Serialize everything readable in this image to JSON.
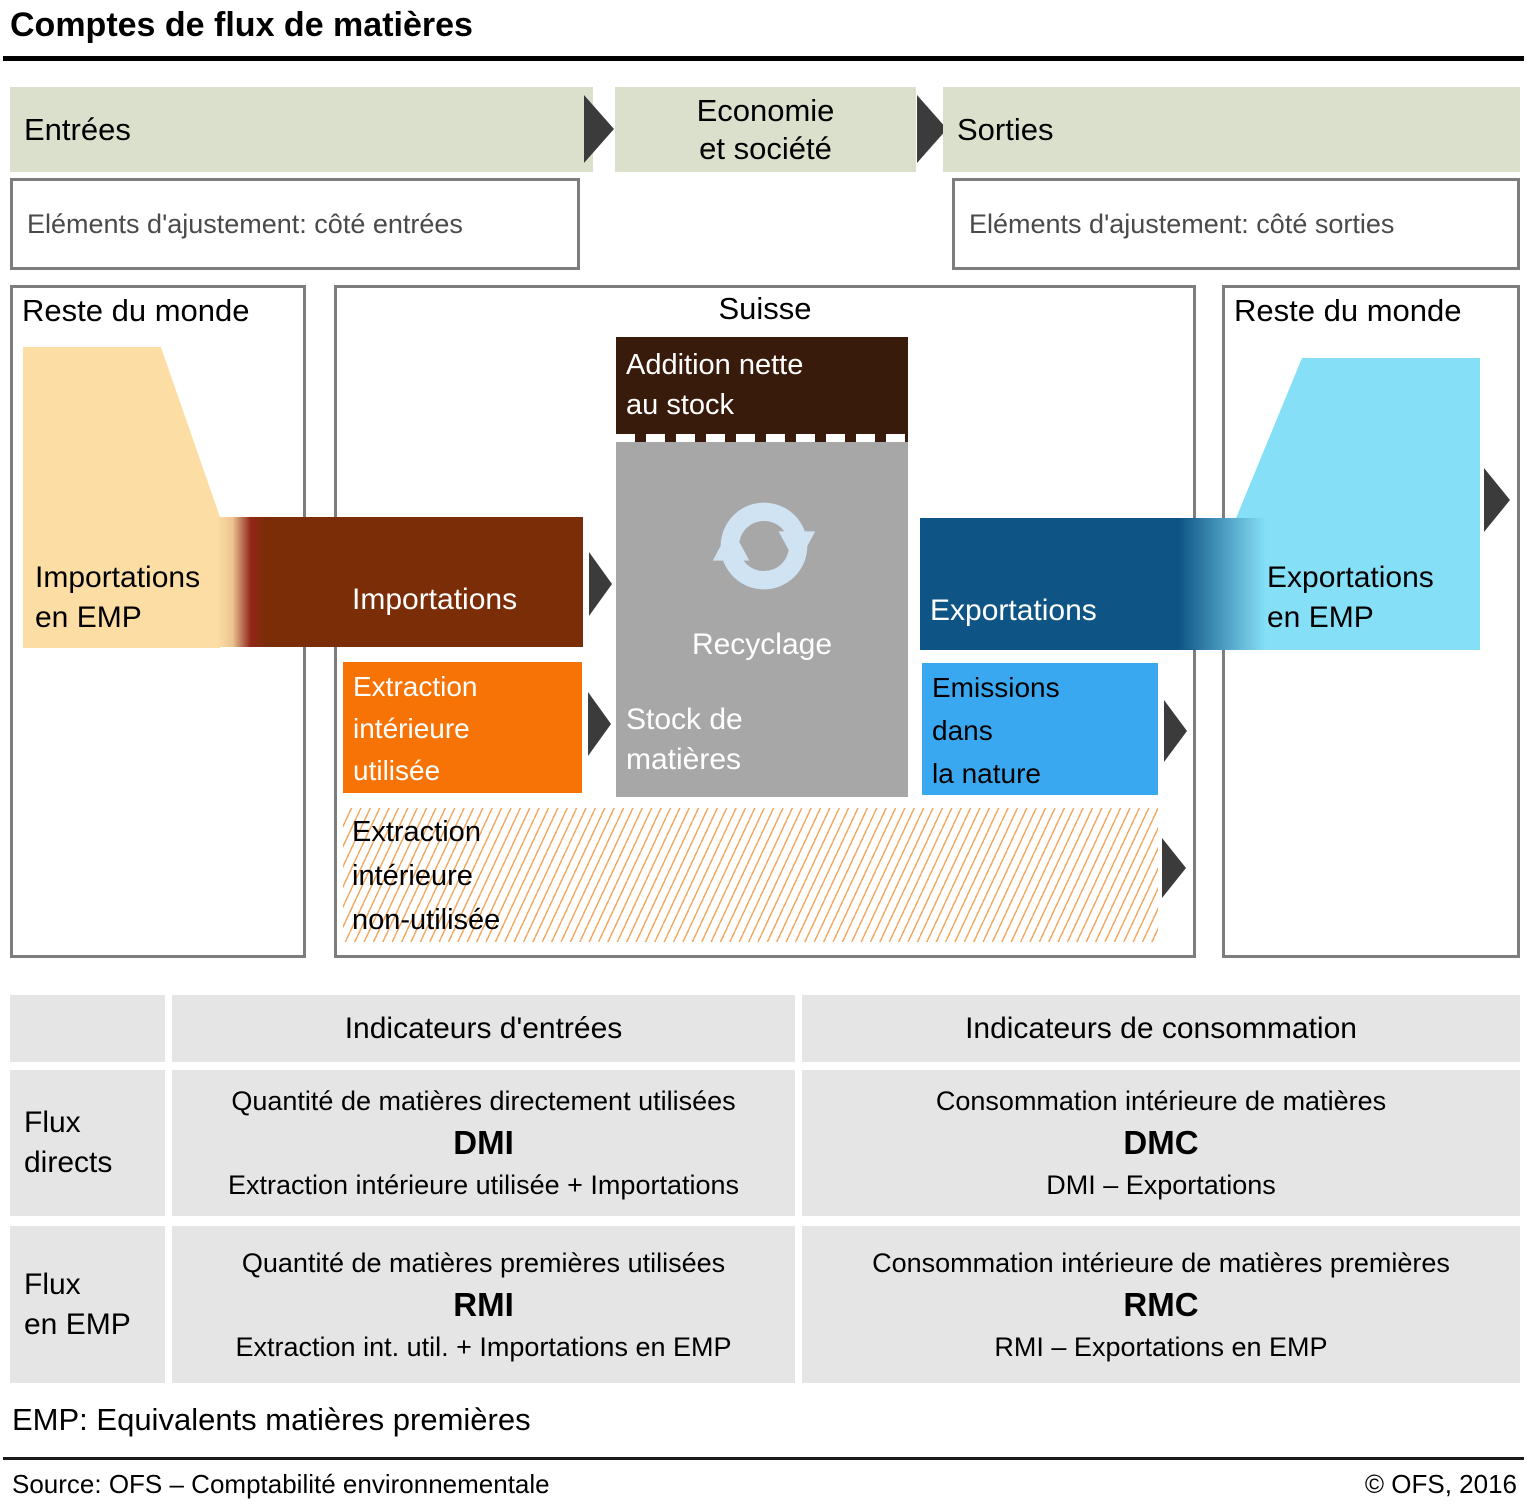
{
  "title": "Comptes de flux de matières",
  "header": {
    "entrees_label": "Entrées",
    "economie_label": "Economie\net société",
    "sorties_label": "Sorties",
    "ajustement_entrees": "Eléments d'ajustement: côté entrées",
    "ajustement_sorties": "Eléments d'ajustement: côté sorties"
  },
  "diagram": {
    "left_world_title": "Reste du monde",
    "suisse_title": "Suisse",
    "right_world_title": "Reste du monde",
    "importations_emp_label": "Importations\nen EMP",
    "importations_label": "Importations",
    "addition_nette_label": "Addition nette\nau stock",
    "recyclage_label": "Recyclage",
    "stock_label": "Stock de\nmatières",
    "extraction_utilisee_label": "Extraction\nintérieure\nutilisée",
    "extraction_non_utilisee_label": "Extraction\nintérieure\nnon-utilisée",
    "exportations_label": "Exportations",
    "emissions_label": "Emissions\ndans\nla nature",
    "exportations_emp_label": "Exportations\nen EMP"
  },
  "table": {
    "entrees_header": "Indicateurs d'entrées",
    "consommation_header": "Indicateurs de consommation",
    "rows": [
      {
        "label": "Flux\ndirects",
        "entrees": {
          "title": "Quantité de matières directement utilisées",
          "acronym": "DMI",
          "formula": "Extraction intérieure utilisée + Importations"
        },
        "consommation": {
          "title": "Consommation intérieure de matières",
          "acronym": "DMC",
          "formula": "DMI – Exportations"
        }
      },
      {
        "label": "Flux\nen EMP",
        "entrees": {
          "title": "Quantité de matières premières utilisées",
          "acronym": "RMI",
          "formula": "Extraction int. util. + Importations en EMP"
        },
        "consommation": {
          "title": "Consommation intérieure de matières premières",
          "acronym": "RMC",
          "formula": "RMI – Exportations en EMP"
        }
      }
    ]
  },
  "footnote": "EMP: Equivalents matières premières",
  "footer": {
    "source": "Source: OFS – Comptabilité environnementale",
    "copyright": "© OFS, 2016"
  },
  "colors": {
    "header_green": "#dbe0cd",
    "border_gray": "#7d7d7d",
    "tan": "#fcdda4",
    "brown_bar": "#7b2d07",
    "dark_brown": "#391b0c",
    "orange": "#f87306",
    "stock_gray": "#a7a7a7",
    "recycle_blue": "#cfe3f2",
    "export_blue": "#0e5586",
    "emission_blue": "#39a8f0",
    "cyan": "#85dff7",
    "table_gray": "#e5e5e5",
    "arrow_dark": "#3b3b3b",
    "hatch_orange": "#f4a963"
  }
}
